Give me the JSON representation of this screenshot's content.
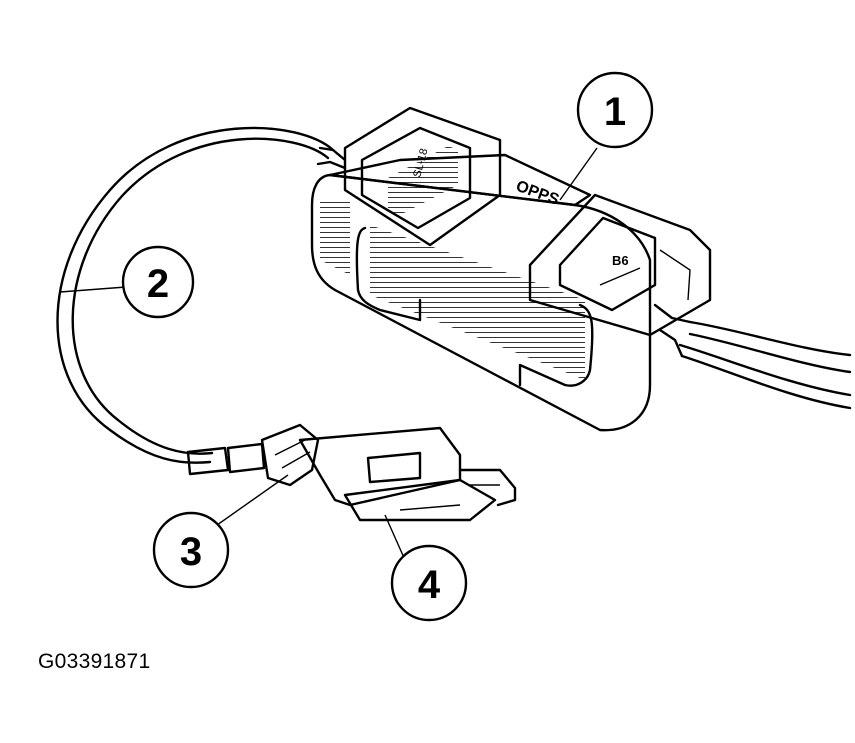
{
  "figure_id": "G03391871",
  "module_label": "OPPS",
  "module_window_left_text": "SL-18",
  "module_window_right_text": "B6",
  "callouts": [
    {
      "number": "1"
    },
    {
      "number": "2"
    },
    {
      "number": "3"
    },
    {
      "number": "4"
    }
  ]
}
